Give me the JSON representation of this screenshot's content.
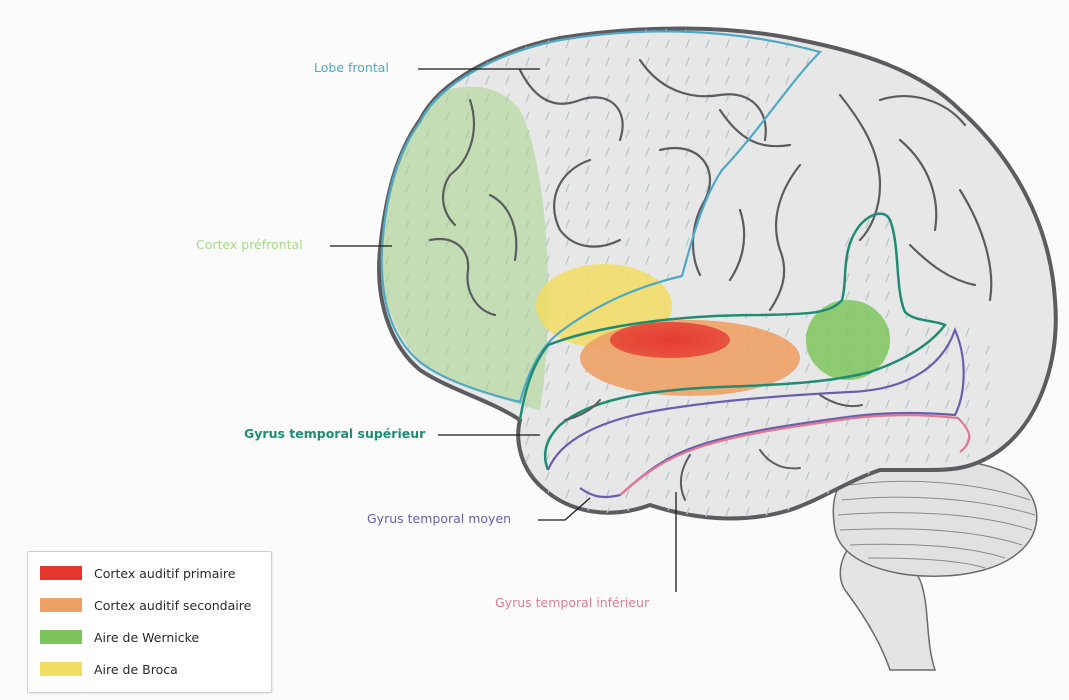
{
  "labels": {
    "lobe_frontal": "Lobe frontal",
    "cortex_prefrontal": "Cortex préfrontal",
    "gyrus_temporal_superieur": "Gyrus temporal supérieur",
    "gyrus_temporal_moyen": "Gyrus temporal moyen",
    "gyrus_temporal_inferieur": "Gyrus temporal inférieur"
  },
  "legend": [
    {
      "label": "Cortex auditif primaire",
      "color": "#e5362e"
    },
    {
      "label": "Cortex auditif secondaire",
      "color": "#eea166"
    },
    {
      "label": "Aire de Wernicke",
      "color": "#7cc45c"
    },
    {
      "label": "Aire de Broca",
      "color": "#f2dc63"
    }
  ],
  "colors": {
    "lobe_frontal": "#4fa9c2",
    "cortex_prefrontal": "#a8d58a",
    "gyrus_temporal_superieur": "#1f8c73",
    "gyrus_temporal_moyen": "#6a5fae",
    "gyrus_temporal_inferieur": "#e07a92",
    "brain_fill": "#e7e7e7",
    "brain_outline": "#5c5c60"
  }
}
